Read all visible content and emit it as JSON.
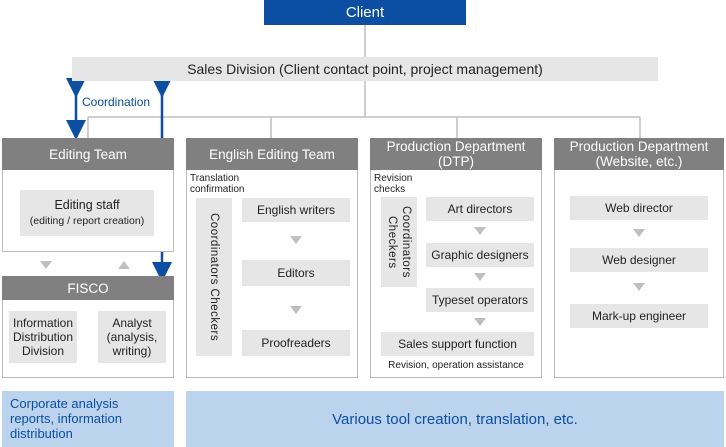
{
  "client": "Client",
  "sales_division": "Sales Division (Client contact point, project management)",
  "coordination": "Coordination",
  "editing_team": {
    "title": "Editing Team",
    "staff_line1": "Editing staff",
    "staff_line2": "(editing / report creation)"
  },
  "fisco": {
    "title": "FISCO",
    "info": "Information Distribution Division",
    "analyst": "Analyst (analysis, writing)"
  },
  "english_team": {
    "title": "English Editing Team",
    "note": "Translation confirmation",
    "coordinators": "Coordinators Checkers",
    "roles": [
      "English writers",
      "Editors",
      "Proofreaders"
    ]
  },
  "dtp": {
    "title": "Production Department (DTP)",
    "note": "Revision checks",
    "coordinators": "Coordinators Checkers",
    "roles": [
      "Art directors",
      "Graphic designers",
      "Typeset operators"
    ],
    "support": "Sales support function",
    "support_note": "Revision, operation assistance"
  },
  "web": {
    "title": "Production Department (Website, etc.)",
    "roles": [
      "Web director",
      "Web designer",
      "Mark-up engineer"
    ]
  },
  "bottom": {
    "left": "Corporate analysis reports, information distribution",
    "right": "Various tool creation, translation, etc."
  },
  "colors": {
    "client_blue": "#0b4ea2",
    "header_gray": "#808080",
    "sub_gray": "#e6e6e6",
    "band_blue": "#bcd3ee"
  }
}
